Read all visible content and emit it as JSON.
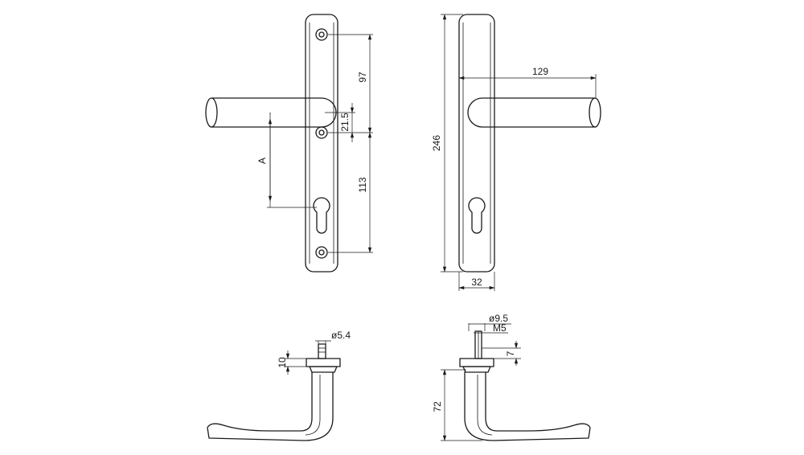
{
  "drawing": {
    "dimensions": {
      "fixing_upper": "97",
      "handle_offset": "21.5",
      "fixing_lower": "113",
      "backset_a": "A",
      "plate_length": "246",
      "lever_projection": "129",
      "plate_width": "32",
      "spindle_dia": "ø5.4",
      "rose_height": "10",
      "bolt_dia": "ø9.5",
      "bolt_thread": "M5",
      "bolt_length": "7",
      "lever_height": "72"
    }
  }
}
